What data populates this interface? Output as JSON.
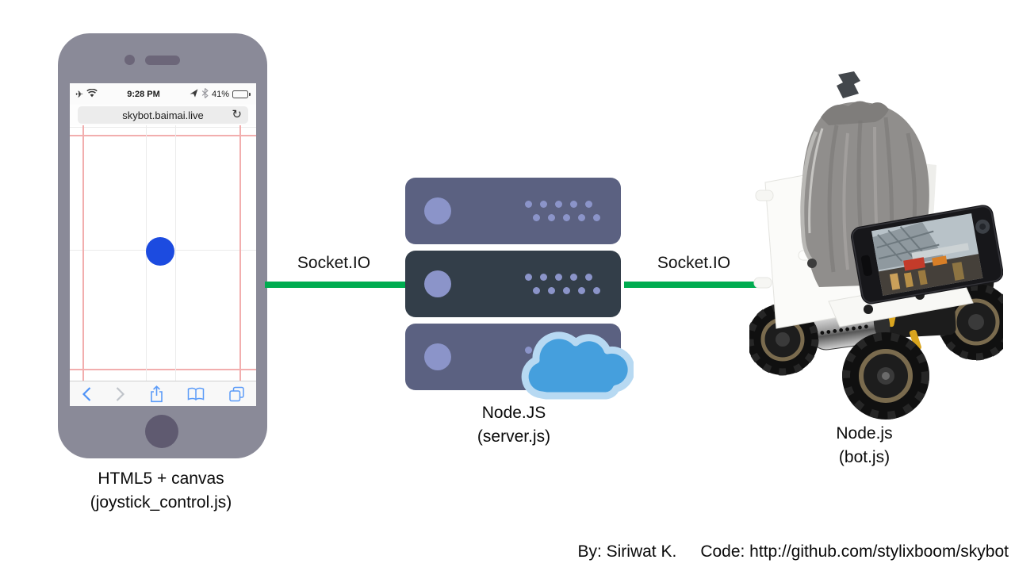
{
  "colors": {
    "connector_green": "#00ac50",
    "joystick_blue": "#1c4be0",
    "server_light": "#5b6181",
    "server_dark": "#333e49",
    "server_accent": "#8b94c9",
    "cloud_fill": "#459fdd",
    "cloud_rim": "#b7d9f2",
    "phone_frame": "#8a8a98",
    "grid_pink": "#f2aeae",
    "ios_blue": "#5b9bf8"
  },
  "phone_ui": {
    "status_time": "9:28 PM",
    "battery_percent": "41%",
    "url": "skybot.baimai.live",
    "refresh_glyph": "↻",
    "airplane_glyph": "✈"
  },
  "labels": {
    "socket_left": "Socket.IO",
    "socket_right": "Socket.IO",
    "phone_line1": "HTML5 + canvas",
    "phone_line2": "(joystick_control.js)",
    "server_line1": "Node.JS",
    "server_line2": "(server.js)",
    "robot_line1": "Node.js",
    "robot_line2": "(bot.js)"
  },
  "footer": {
    "author": "By: Siriwat K.",
    "code": "Code: http://github.com/stylixboom/skybot"
  }
}
